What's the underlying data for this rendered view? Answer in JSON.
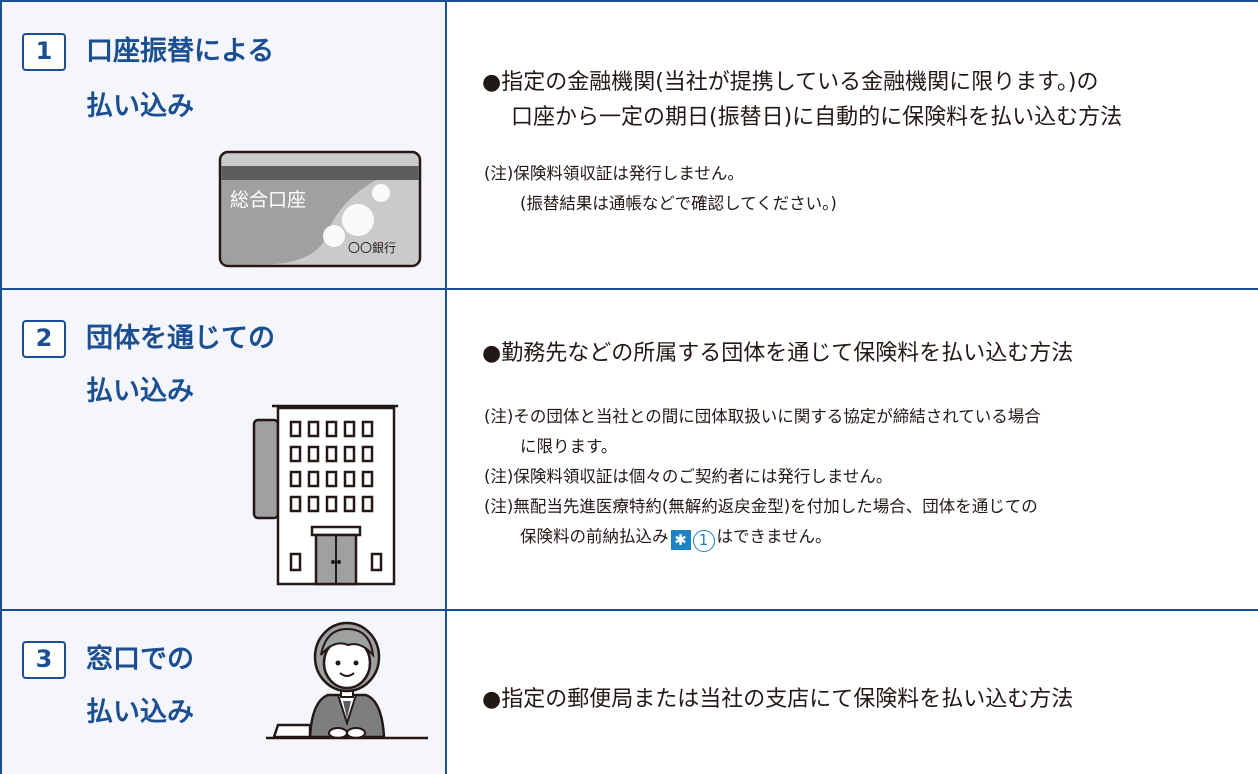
{
  "rows": [
    {
      "number": "1",
      "title_line1": "口座振替による",
      "title_line2": "払い込み",
      "card": {
        "label": "総合口座",
        "bank": "〇〇銀行"
      },
      "main_line1": "●指定の金融機関(当社が提携している金融機関に限ります。)の",
      "main_line2": "口座から一定の期日(振替日)に自動的に保険料を払い込む方法",
      "notes": [
        "(注)保険料領収証は発行しません。",
        "(振替結果は通帳などで確認してください。)"
      ]
    },
    {
      "number": "2",
      "title_line1": "団体を通じての",
      "title_line2": "払い込み",
      "main_line1": "●勤務先などの所属する団体を通じて保険料を払い込む方法",
      "notes": [
        "(注)その団体と当社との間に団体取扱いに関する協定が締結されている場合",
        "に限ります。",
        "(注)保険料領収証は個々のご契約者には発行しません。",
        "(注)無配当先進医療特約(無解約返戻金型)を付加した場合、団体を通じての",
        "保険料の前納払込み",
        "はできません。"
      ],
      "ref_mark": "✱",
      "ref_number": "1"
    },
    {
      "number": "3",
      "title_line1": "窓口での",
      "title_line2": "払い込み",
      "main_line1": "●指定の郵便局または当社の支店にて保険料を払い込む方法"
    }
  ],
  "colors": {
    "border": "#1b4f91",
    "title": "#1b4f91",
    "accent": "#1b83c6",
    "left_bg": "#f4f6fb"
  }
}
